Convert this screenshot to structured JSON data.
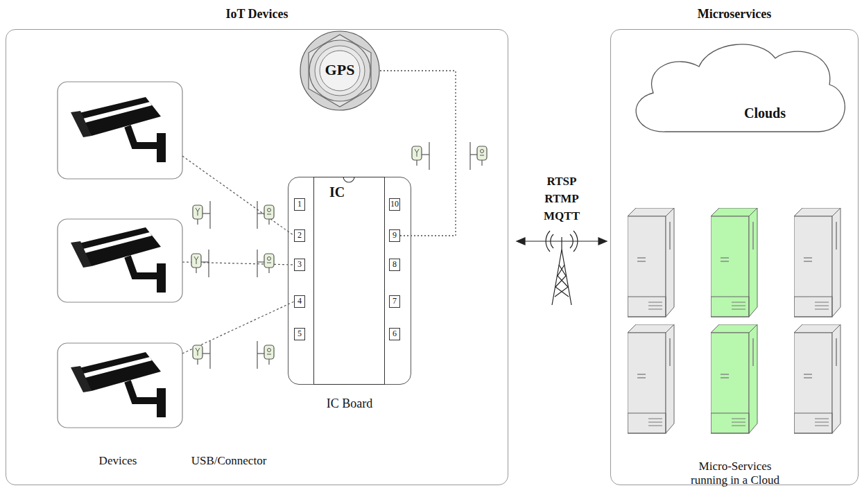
{
  "diagram": {
    "nodes": [
      {
        "text": [
          "IoT Devices"
        ]
      },
      {
        "text": [
          "GPS"
        ],
        "in": 0
      },
      {
        "text": [
          "IC Board"
        ],
        "in": 0
      },
      {
        "text": [
          "IC"
        ],
        "in": 2
      },
      {
        "text": [
          "1"
        ],
        "in": 2
      },
      {
        "text": [
          "2"
        ],
        "in": 2
      },
      {
        "text": [
          "3"
        ],
        "in": 2
      },
      {
        "text": [
          "4"
        ],
        "in": 2
      },
      {
        "text": [
          "5"
        ],
        "in": 2
      },
      {
        "text": [
          "6"
        ],
        "in": 2
      },
      {
        "text": [
          "7"
        ],
        "in": 2
      },
      {
        "text": [
          "8"
        ],
        "in": 2
      },
      {
        "text": [
          "9"
        ],
        "in": 2
      },
      {
        "text": [
          "10"
        ],
        "in": 2
      },
      {
        "text": [
          "Microservices",
          "Micro-Services running in a Cloud"
        ]
      },
      {
        "text": [
          "Clouds"
        ],
        "in": 14
      }
    ],
    "edges": [
      {
        "from": 1,
        "to": 12,
        "arrow": "none"
      }
    ],
    "labels": [
      "Devices",
      "USB/Connector",
      "RTSP",
      "RTMP",
      "MQTT"
    ]
  }
}
